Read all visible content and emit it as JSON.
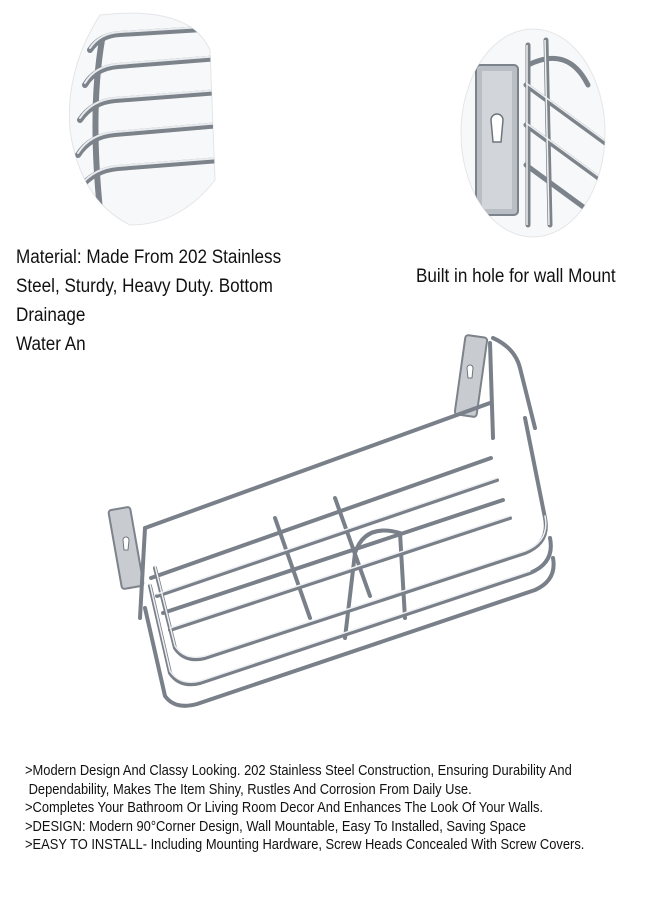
{
  "material": {
    "lines": [
      "Material: Made From 202 Stainless",
      "Steel, Sturdy, Heavy Duty. Bottom",
      "Drainage",
      "Water An"
    ]
  },
  "wall_mount_caption": "Built in hole for wall Mount",
  "features": [
    ">Modern Design And Classy Looking. 202 Stainless Steel Construction, Ensuring Durability And",
    " Dependability, Makes The Item Shiny, Rustles And Corrosion From Daily Use.",
    ">Completes Your Bathroom Or Living Room Decor And Enhances The Look Of Your Walls.",
    ">DESIGN: Modern 90°Corner Design, Wall Mountable, Easy To Installed, Saving Space",
    ">EASY TO INSTALL- Including Mounting Hardware, Screw Heads Concealed With Screw Covers."
  ],
  "colors": {
    "background": "#ffffff",
    "text": "#111111",
    "steel": "#8a8f96"
  }
}
